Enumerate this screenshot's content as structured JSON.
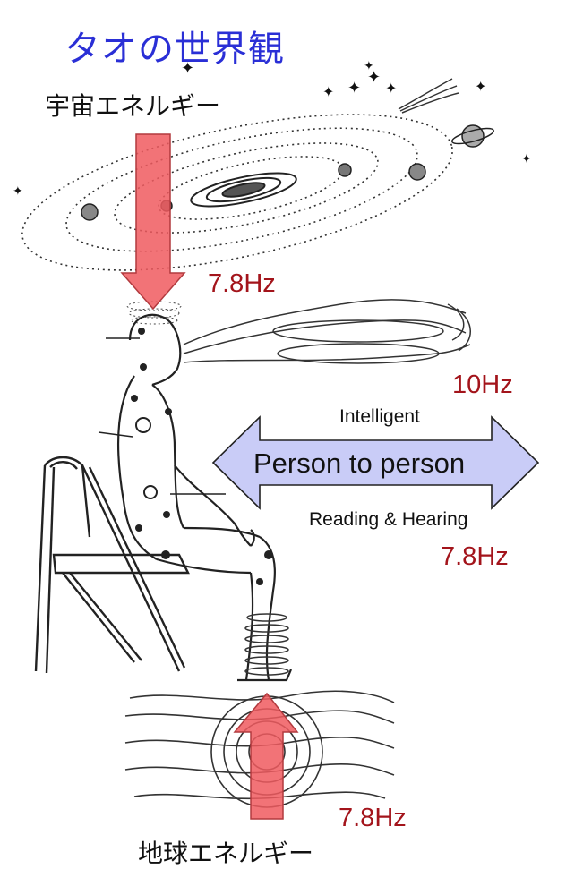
{
  "title": "タオの世界観",
  "cosmic_energy": "宇宙エネルギー",
  "earth_energy": "地球エネルギー",
  "freq_head": "7.8Hz",
  "freq_mind": "10Hz",
  "freq_reading": "7.8Hz",
  "freq_earth": "7.8Hz",
  "arrow_top_label": "Intelligent",
  "arrow_center_label": "Person to person",
  "arrow_bottom_label": "Reading & Hearing",
  "colors": {
    "title": "#2a2fd6",
    "frequency": "#a3141b",
    "energy_arrow": "#f05a5f",
    "double_arrow": "#c9ccf7"
  }
}
